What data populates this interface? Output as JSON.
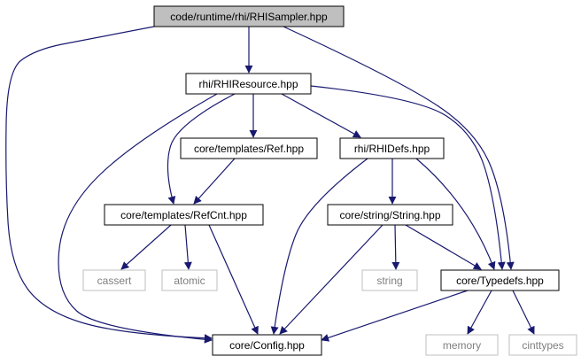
{
  "graph": {
    "nodes": [
      {
        "id": "rhisampler",
        "label": "code/runtime/rhi/RHISampler.hpp",
        "style": "root"
      },
      {
        "id": "rhiresource",
        "label": "rhi/RHIResource.hpp",
        "style": "normal"
      },
      {
        "id": "ref",
        "label": "core/templates/Ref.hpp",
        "style": "normal"
      },
      {
        "id": "rhidefs",
        "label": "rhi/RHIDefs.hpp",
        "style": "normal"
      },
      {
        "id": "refcnt",
        "label": "core/templates/RefCnt.hpp",
        "style": "normal"
      },
      {
        "id": "string_hpp",
        "label": "core/string/String.hpp",
        "style": "normal"
      },
      {
        "id": "cassert",
        "label": "cassert",
        "style": "system"
      },
      {
        "id": "atomic",
        "label": "atomic",
        "style": "system"
      },
      {
        "id": "string_sys",
        "label": "string",
        "style": "system"
      },
      {
        "id": "typedefs",
        "label": "core/Typedefs.hpp",
        "style": "normal"
      },
      {
        "id": "config",
        "label": "core/Config.hpp",
        "style": "normal"
      },
      {
        "id": "memory",
        "label": "memory",
        "style": "system"
      },
      {
        "id": "cinttypes",
        "label": "cinttypes",
        "style": "system"
      }
    ],
    "edges": [
      {
        "from": "rhisampler",
        "to": "rhiresource"
      },
      {
        "from": "rhisampler",
        "to": "config"
      },
      {
        "from": "rhisampler",
        "to": "typedefs"
      },
      {
        "from": "rhiresource",
        "to": "ref"
      },
      {
        "from": "rhiresource",
        "to": "rhidefs"
      },
      {
        "from": "rhiresource",
        "to": "refcnt"
      },
      {
        "from": "rhiresource",
        "to": "config"
      },
      {
        "from": "rhiresource",
        "to": "typedefs"
      },
      {
        "from": "ref",
        "to": "refcnt"
      },
      {
        "from": "rhidefs",
        "to": "string_hpp"
      },
      {
        "from": "rhidefs",
        "to": "config"
      },
      {
        "from": "rhidefs",
        "to": "typedefs"
      },
      {
        "from": "refcnt",
        "to": "cassert"
      },
      {
        "from": "refcnt",
        "to": "atomic"
      },
      {
        "from": "refcnt",
        "to": "config"
      },
      {
        "from": "string_hpp",
        "to": "string_sys"
      },
      {
        "from": "string_hpp",
        "to": "config"
      },
      {
        "from": "string_hpp",
        "to": "typedefs"
      },
      {
        "from": "typedefs",
        "to": "config"
      },
      {
        "from": "typedefs",
        "to": "memory"
      },
      {
        "from": "typedefs",
        "to": "cinttypes"
      }
    ]
  },
  "colors": {
    "edge": "#191970",
    "root_fill": "#bfbfbf",
    "node_fill": "#ffffff",
    "node_border": "#000000",
    "system_border": "#bfbfbf",
    "system_text": "#7f7f7f"
  }
}
